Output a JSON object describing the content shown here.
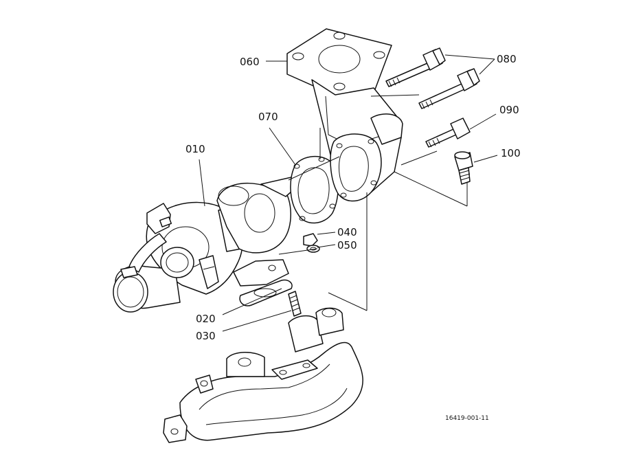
{
  "labels": {
    "p010": "010",
    "p020": "020",
    "p030": "030",
    "p040": "040",
    "p050": "050",
    "p060": "060",
    "p070": "070",
    "p080": "080",
    "p090": "090",
    "p100": "100"
  },
  "reference_code": "16419-001-11"
}
